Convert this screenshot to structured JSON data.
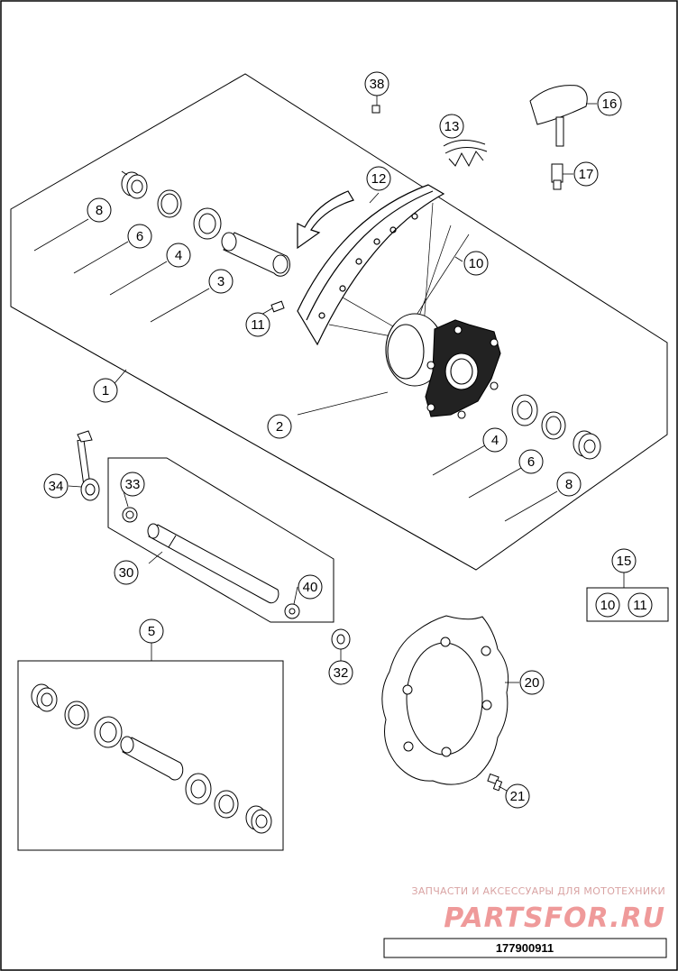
{
  "callouts": {
    "c38": "38",
    "c16": "16",
    "c13": "13",
    "c17": "17",
    "c12": "12",
    "c8a": "8",
    "c6a": "6",
    "c4a": "4",
    "c3": "3",
    "c10a": "10",
    "c11a": "11",
    "c1": "1",
    "c2": "2",
    "c4b": "4",
    "c6b": "6",
    "c8b": "8",
    "c15": "15",
    "c10b": "10",
    "c11b": "11",
    "c34": "34",
    "c33": "33",
    "c30": "30",
    "c40": "40",
    "c32": "32",
    "c5": "5",
    "c20": "20",
    "c21": "21"
  },
  "watermark": {
    "line1": "ЗАПЧАСТИ И АКСЕССУАРЫ ДЛЯ МОТОТЕХНИКИ",
    "line2": "PARTSFOR.RU"
  },
  "document_number": "177900911"
}
